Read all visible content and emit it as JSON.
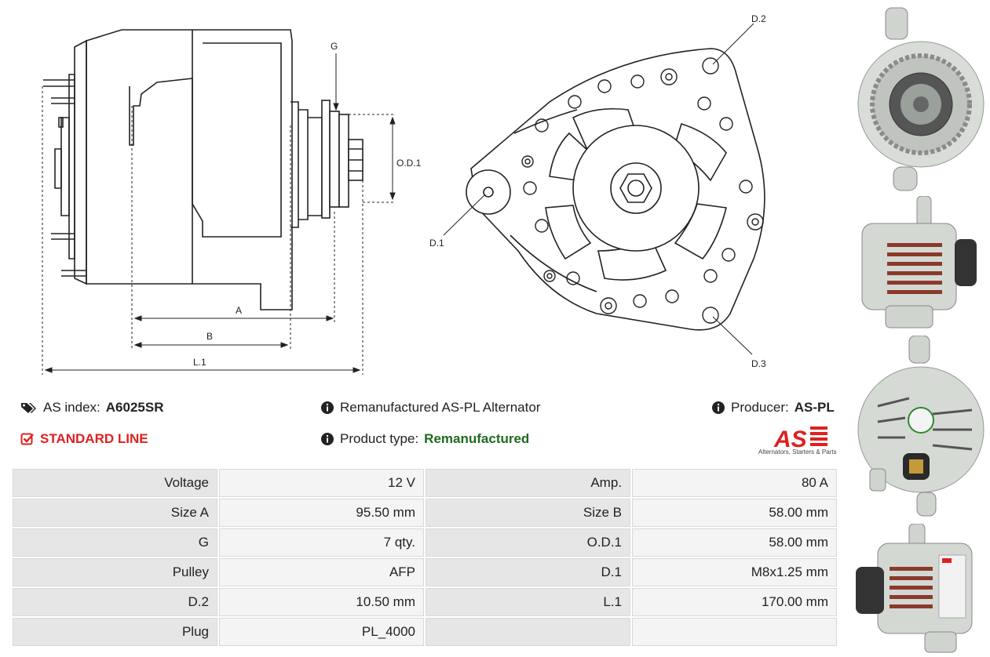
{
  "diagram": {
    "labels": {
      "g": "G",
      "od1": "O.D.1",
      "a": "A",
      "b": "B",
      "l1": "L.1",
      "d1": "D.1",
      "d2": "D.2",
      "d3": "D.3"
    }
  },
  "info": {
    "as_index_label": "AS index:",
    "as_index_value": "A6025SR",
    "line": "STANDARD LINE",
    "description": "Remanufactured AS-PL Alternator",
    "product_type_label": "Product type:",
    "product_type_value": "Remanufactured",
    "producer_label": "Producer:",
    "producer_value": "AS-PL"
  },
  "logo": {
    "text": "AS",
    "tagline": "Alternators, Starters & Parts"
  },
  "specs": [
    [
      {
        "k": "Voltage",
        "v": "12 V"
      },
      {
        "k": "Amp.",
        "v": "80 A"
      }
    ],
    [
      {
        "k": "Size A",
        "v": "95.50 mm"
      },
      {
        "k": "Size B",
        "v": "58.00 mm"
      }
    ],
    [
      {
        "k": "G",
        "v": "7 qty."
      },
      {
        "k": "O.D.1",
        "v": "58.00 mm"
      }
    ],
    [
      {
        "k": "Pulley",
        "v": "AFP"
      },
      {
        "k": "D.1",
        "v": "M8x1.25 mm"
      }
    ],
    [
      {
        "k": "D.2",
        "v": "10.50 mm"
      },
      {
        "k": "L.1",
        "v": "170.00 mm"
      }
    ],
    [
      {
        "k": "Plug",
        "v": "PL_4000"
      },
      {
        "k": "",
        "v": ""
      }
    ]
  ],
  "colors": {
    "accent_red": "#e02020",
    "green": "#1f6b1f",
    "table_key_bg": "#e6e6e6",
    "table_val_bg": "#f4f4f4"
  }
}
